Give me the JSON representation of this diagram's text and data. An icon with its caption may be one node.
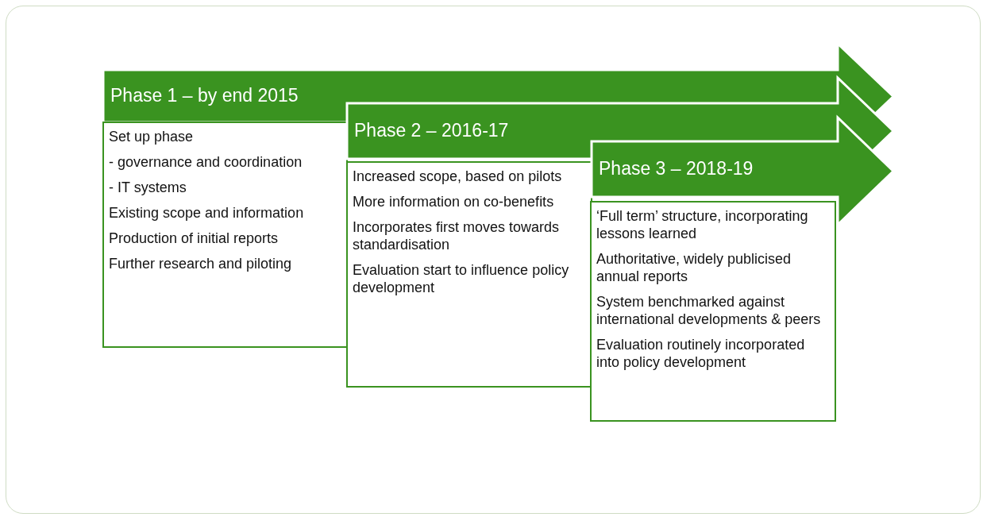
{
  "diagram": {
    "nodes": [
      {
        "text": [
          "Phase 1 – by end 2015"
        ]
      },
      {
        "text": [
          "Set up phase",
          "- governance and coordination",
          "- IT systems",
          "Existing scope and information",
          "Production of initial reports",
          "Further research and piloting"
        ]
      },
      {
        "text": [
          "Phase 2 – 2016-17"
        ]
      },
      {
        "text": [
          "Increased scope, based on pilots",
          "More information on co-benefits",
          "Incorporates first moves towards standardisation",
          "Evaluation start to influence policy development"
        ]
      },
      {
        "text": [
          "Phase 3 – 2018-19"
        ]
      },
      {
        "text": [
          "‘Full term’ structure, incorporating lessons learned",
          "Authoritative, widely publicised annual reports",
          "System benchmarked against international developments & peers",
          "Evaluation routinely incorporated into policy development"
        ]
      }
    ]
  }
}
